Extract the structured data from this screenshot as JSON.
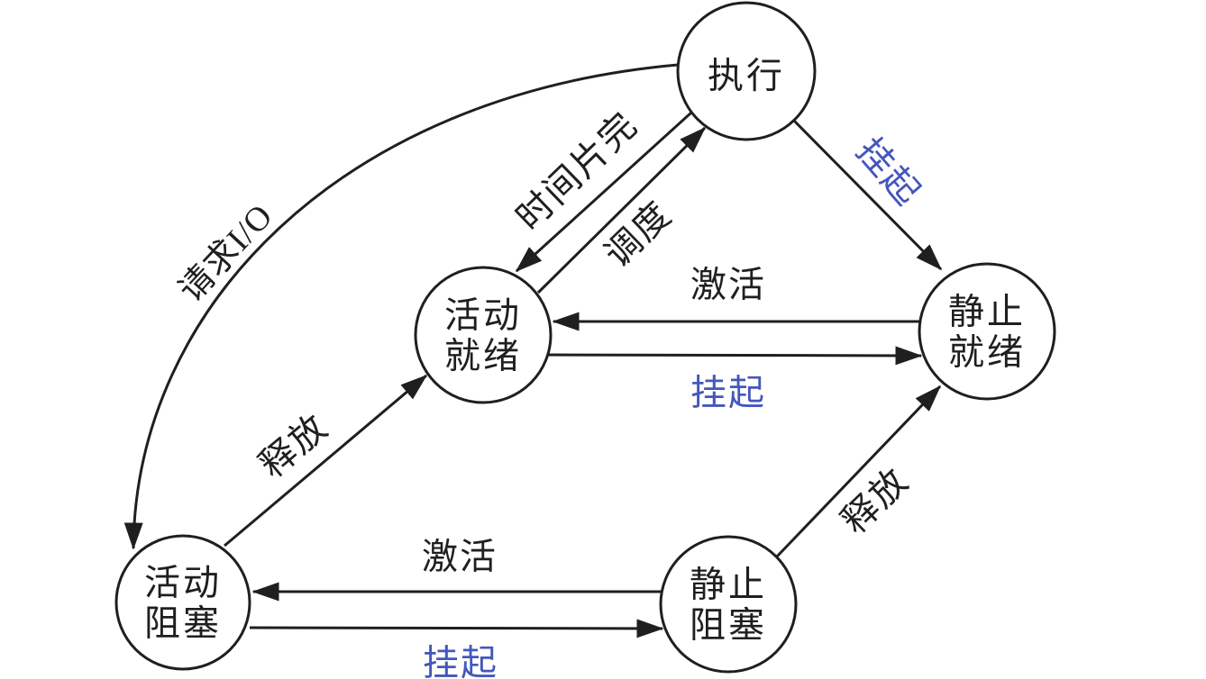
{
  "diagram": {
    "type": "state-transition-diagram",
    "subject": "process scheduling states with suspend",
    "background_color": "#ffffff",
    "stroke_color": "#1f1f1f",
    "text_color": "#1f1f1f",
    "suspend_text_color": "#4457bb",
    "nodes": [
      {
        "id": "running",
        "label": "执行",
        "line1": "执行",
        "line2": ""
      },
      {
        "id": "active-ready",
        "label": "活动就绪",
        "line1": "活动",
        "line2": "就绪"
      },
      {
        "id": "static-ready",
        "label": "静止就绪",
        "line1": "静止",
        "line2": "就绪"
      },
      {
        "id": "active-blocked",
        "label": "活动阻塞",
        "line1": "活动",
        "line2": "阻塞"
      },
      {
        "id": "static-blocked",
        "label": "静止阻塞",
        "line1": "静止",
        "line2": "阻塞"
      }
    ],
    "edges": [
      {
        "from": "running",
        "to": "active-ready",
        "label": "时间片完",
        "emphasis": "black"
      },
      {
        "from": "active-ready",
        "to": "running",
        "label": "调度",
        "emphasis": "black"
      },
      {
        "from": "running",
        "to": "static-ready",
        "label": "挂起",
        "emphasis": "blue"
      },
      {
        "from": "static-ready",
        "to": "active-ready",
        "label": "激活",
        "emphasis": "black"
      },
      {
        "from": "active-ready",
        "to": "static-ready",
        "label": "挂起",
        "emphasis": "blue"
      },
      {
        "from": "running",
        "to": "active-blocked",
        "label": "请求I/O",
        "emphasis": "black"
      },
      {
        "from": "active-blocked",
        "to": "active-ready",
        "label": "释放",
        "emphasis": "black"
      },
      {
        "from": "static-blocked",
        "to": "static-ready",
        "label": "释放",
        "emphasis": "black"
      },
      {
        "from": "static-blocked",
        "to": "active-blocked",
        "label": "激活",
        "emphasis": "black"
      },
      {
        "from": "active-blocked",
        "to": "static-blocked",
        "label": "挂起",
        "emphasis": "blue"
      }
    ]
  }
}
